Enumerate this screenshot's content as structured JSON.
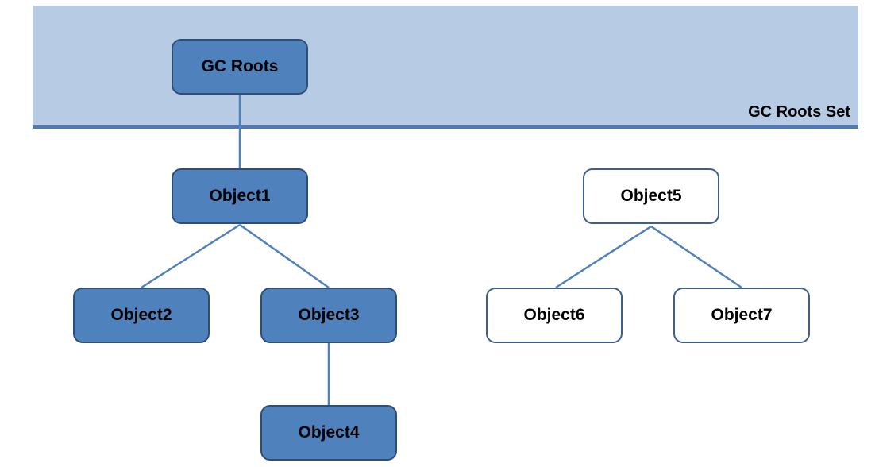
{
  "roots_set_label": "GC Roots Set",
  "nodes": {
    "gc_roots": "GC Roots",
    "object1": "Object1",
    "object2": "Object2",
    "object3": "Object3",
    "object4": "Object4",
    "object5": "Object5",
    "object6": "Object6",
    "object7": "Object7"
  },
  "colors": {
    "band": "#b7cce4",
    "reachable_fill": "#4f81bd",
    "node_border": "#2e4e74",
    "edge": "#4f81bd",
    "separator": "#4a79b5"
  }
}
